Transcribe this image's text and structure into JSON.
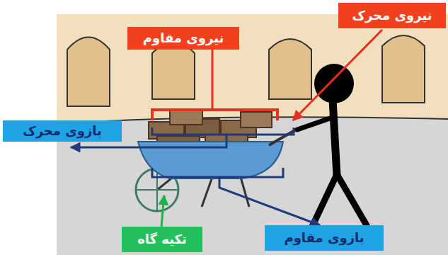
{
  "diagram": {
    "nodes": [
      {
        "text": [
          "نیروی محرک"
        ]
      },
      {
        "text": [
          "نیروی مقاوم"
        ]
      },
      {
        "text": [
          "بازوی محرک"
        ]
      },
      {
        "text": [
          "تکیه گاه"
        ]
      },
      {
        "text": [
          "بازوی مقاوم"
        ]
      }
    ]
  }
}
